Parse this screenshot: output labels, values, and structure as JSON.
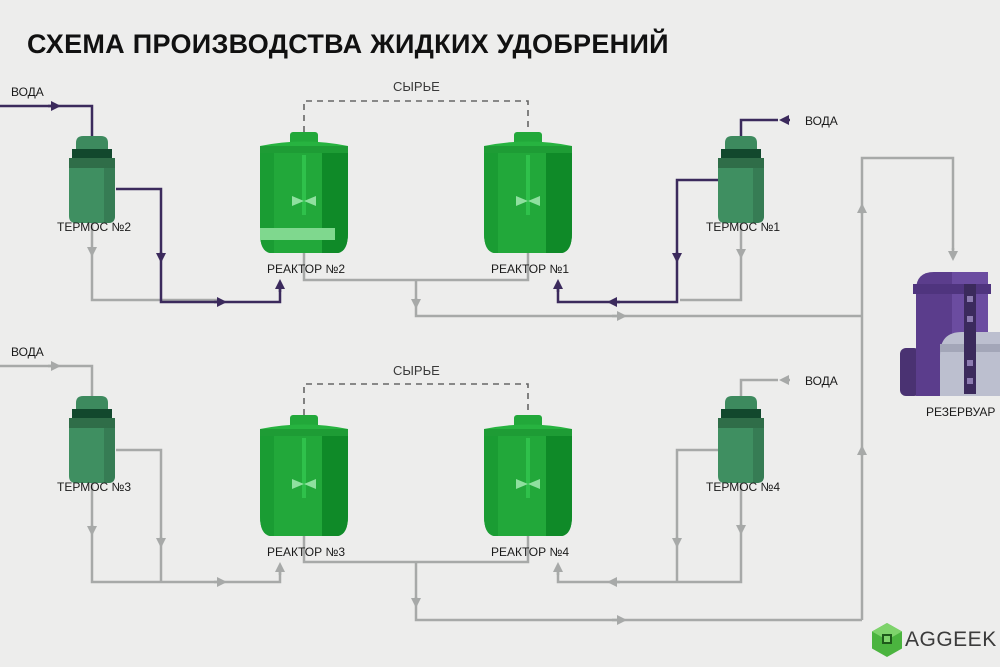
{
  "title": "СХЕМА ПРОИЗВОДСТВА ЖИДКИХ УДОБРЕНИЙ",
  "labels": {
    "water": "ВОДА",
    "raw_top": "СЫРЬЕ",
    "raw_bottom": "СЫРЬЕ",
    "thermos_1": "ТЕРМОС №1",
    "thermos_2": "ТЕРМОС №2",
    "thermos_3": "ТЕРМОС №3",
    "thermos_4": "ТЕРМОС №4",
    "reactor_1": "РЕАКТОР №1",
    "reactor_2": "РЕАКТОР №2",
    "reactor_3": "РЕАКТОР №3",
    "reactor_4": "РЕАКТОР №4",
    "reservoir": "РЕЗЕРВУАР"
  },
  "logo": {
    "text": "AGGEEK",
    "icon": "aggeek-logo-icon"
  },
  "colors": {
    "background": "#ededec",
    "pipe_active": "#3b2a5c",
    "pipe_inactive": "#a7a9a8",
    "reactor_green": "#22a83a",
    "thermos_green": "#3d8a5e",
    "reservoir_purple": "#5b3d8c"
  }
}
